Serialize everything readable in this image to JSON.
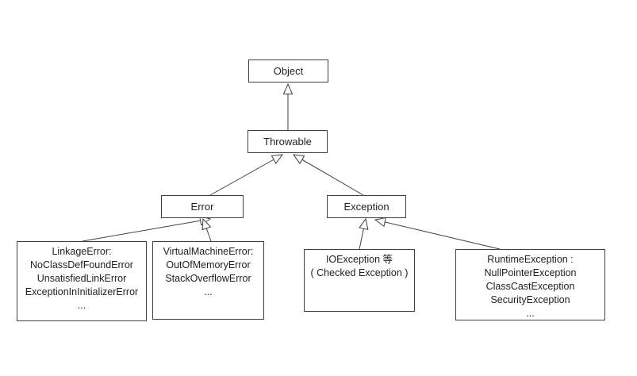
{
  "diagram": {
    "type": "uml-class-inheritance",
    "subject": "Java exception class hierarchy",
    "nodes": {
      "object": {
        "label": "Object"
      },
      "throwable": {
        "label": "Throwable"
      },
      "error": {
        "label": "Error"
      },
      "exception": {
        "label": "Exception"
      },
      "linkage_error": {
        "lines": [
          "LinkageError:",
          "NoClassDefFoundError",
          "UnsatisfiedLinkError",
          "ExceptionInInitializerError",
          "..."
        ]
      },
      "virtual_machine_error": {
        "lines": [
          "VirtualMachineError:",
          "OutOfMemoryError",
          "StackOverflowError",
          "..."
        ]
      },
      "checked_exception": {
        "lines": [
          "IOException 等",
          "( Checked Exception )"
        ]
      },
      "runtime_exception": {
        "lines": [
          "RuntimeException :",
          "NullPointerException",
          "ClassCastException",
          "SecurityException",
          "..."
        ]
      }
    },
    "edges": [
      {
        "from": "Throwable",
        "to": "Object",
        "type": "inheritance"
      },
      {
        "from": "Error",
        "to": "Throwable",
        "type": "inheritance"
      },
      {
        "from": "Exception",
        "to": "Throwable",
        "type": "inheritance"
      },
      {
        "from": "LinkageError",
        "to": "Error",
        "type": "inheritance"
      },
      {
        "from": "VirtualMachineError",
        "to": "Error",
        "type": "inheritance"
      },
      {
        "from": "IOException",
        "to": "Exception",
        "type": "inheritance"
      },
      {
        "from": "RuntimeException",
        "to": "Exception",
        "type": "inheritance"
      }
    ],
    "colors": {
      "line": "#3f3f3f",
      "border": "#3f3f3f",
      "text": "#1f1f1f",
      "background": "#ffffff"
    }
  }
}
